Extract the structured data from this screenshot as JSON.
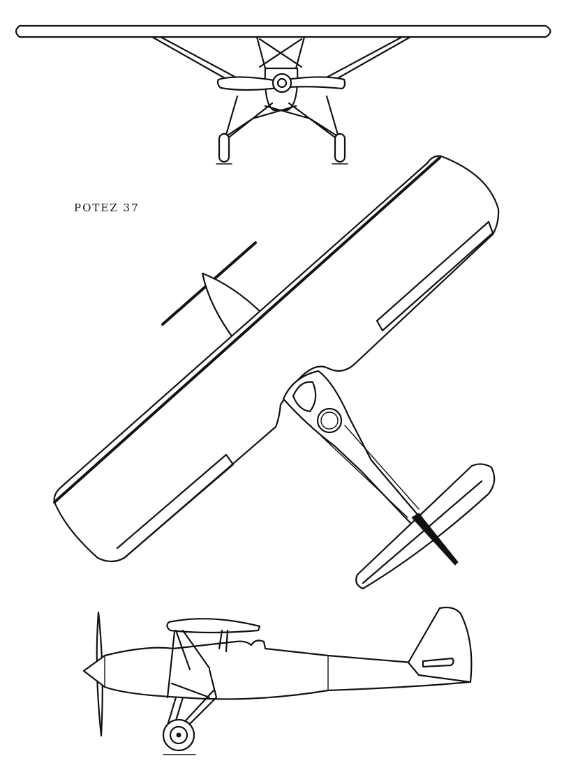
{
  "drawing": {
    "title": "POTEZ 37",
    "views": [
      "front-view",
      "top-view",
      "side-view"
    ],
    "line_color": "#111111",
    "background": "#ffffff"
  }
}
